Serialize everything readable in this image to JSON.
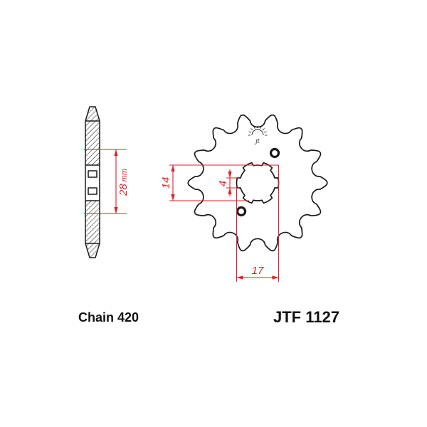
{
  "captions": {
    "chain": "Chain 420",
    "part_number": "JTF 1127"
  },
  "dimensions": {
    "side_thickness": {
      "value": "28",
      "unit": "mm"
    },
    "spline_inner_diameter": "14",
    "spline_key_width": "4",
    "spline_outer_diameter": "17"
  },
  "logo": {
    "text": "jt"
  },
  "sprocket": {
    "teeth": 14,
    "spline_slots": 6,
    "lightening_holes": 2
  },
  "colors": {
    "dimension": "#d8232a",
    "outline": "#1a1a1a",
    "background": "#ffffff"
  }
}
